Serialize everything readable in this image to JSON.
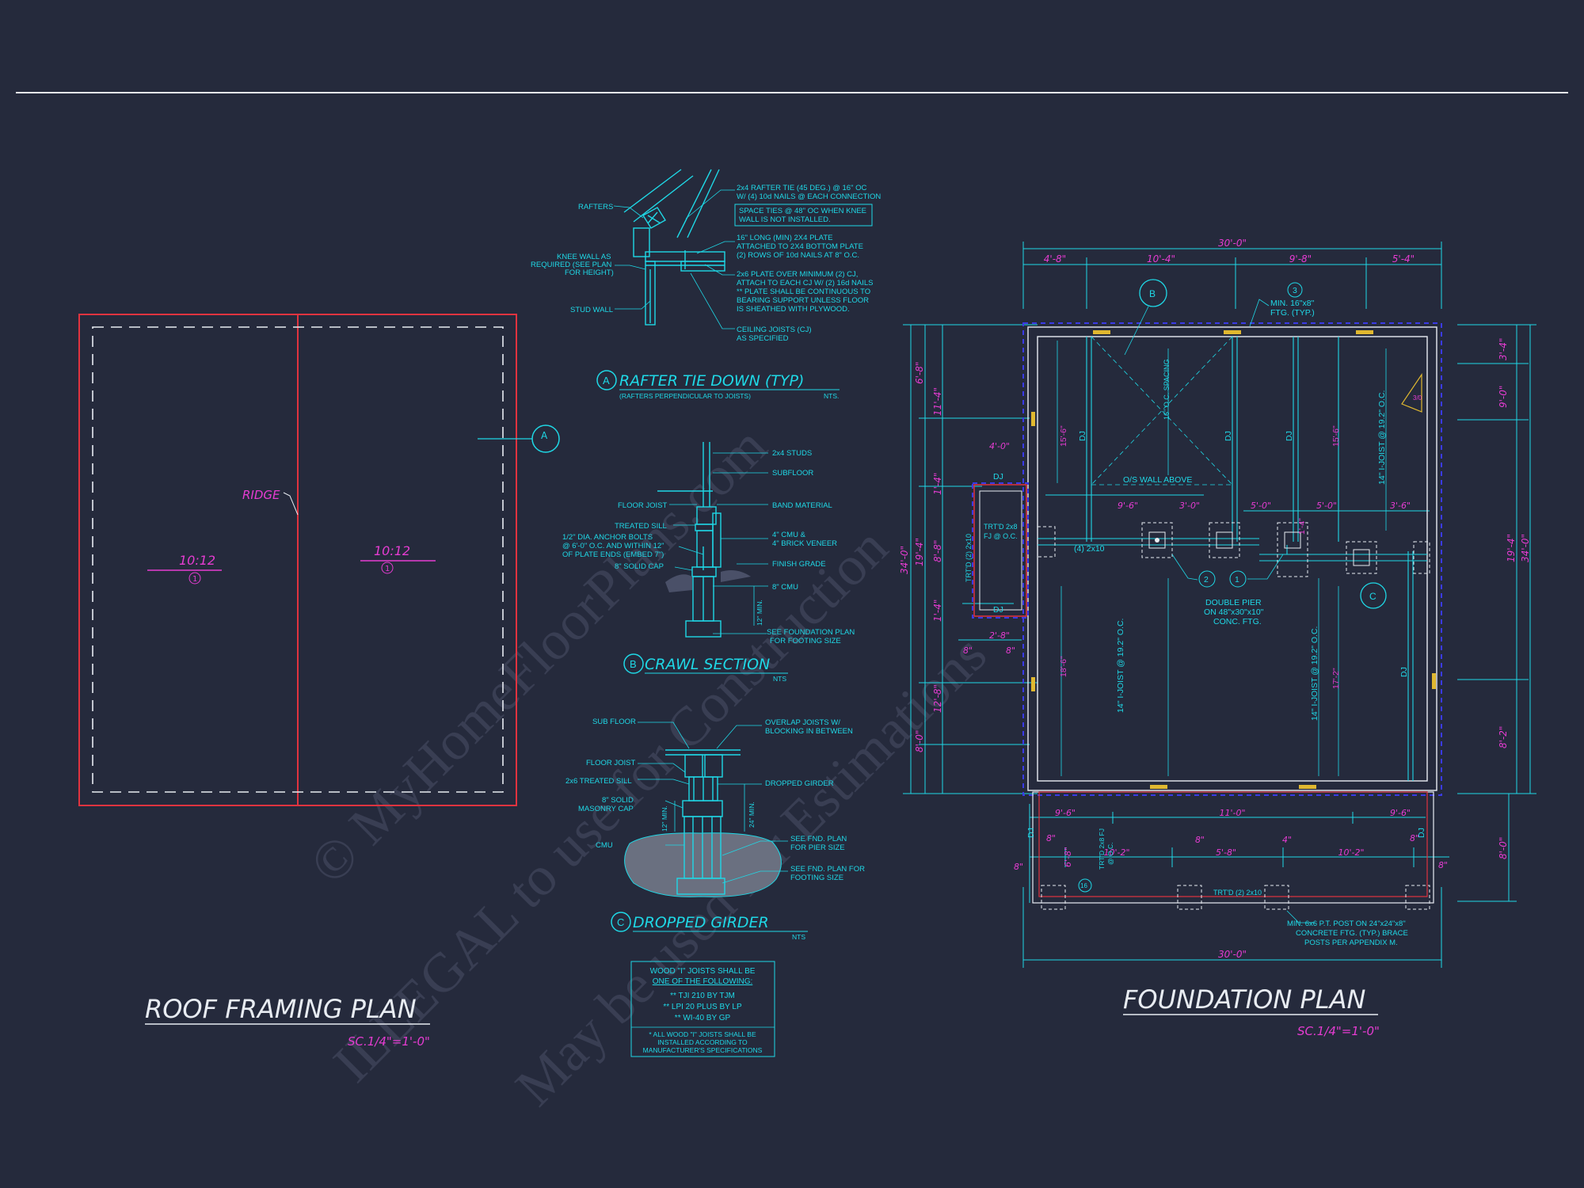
{
  "colors": {
    "background": "#252a3c",
    "cyan": "#1fd8e6",
    "magenta": "#e63cd2",
    "red": "#e0333f",
    "white": "#e8ecf2",
    "yellow": "#e0b830",
    "watermark": "#4a5066"
  },
  "watermark": {
    "line1": "© MyHomeFloorPlans.com",
    "line2": "ILLEGAL to use for Construction",
    "line3": "May be used for Estimations"
  },
  "roof_plan": {
    "title": "ROOF FRAMING PLAN",
    "scale": "SC.1/4\"=1'-0\"",
    "ridge_label": "RIDGE",
    "pitch_left": "10:12",
    "pitch_right": "10:12",
    "pitch_ref_left": "1",
    "pitch_ref_right": "1",
    "section_marker": "A"
  },
  "detail_a": {
    "marker": "A",
    "title": "RAFTER TIE DOWN (TYP)",
    "subtitle": "(RAFTERS PERPENDICULAR TO JOISTS)",
    "nts": "NTS.",
    "labels": {
      "rafters": "RAFTERS",
      "knee_wall_1": "KNEE WALL AS",
      "knee_wall_2": "REQUIRED (SEE PLAN",
      "knee_wall_3": "FOR HEIGHT)",
      "stud_wall": "STUD WALL",
      "tie_1": "2x4 RAFTER TIE (45 DEG.) @ 16\" OC",
      "tie_2": "W/ (4) 10d NAILS @ EACH CONNECTION",
      "space_1": "SPACE TIES @ 48\" OC WHEN KNEE",
      "space_2": "WALL IS NOT INSTALLED.",
      "plate_1": "16\" LONG (MIN) 2X4 PLATE",
      "plate_2": "ATTACHED TO 2X4 BOTTOM PLATE",
      "plate_3": "(2) ROWS OF 10d NAILS AT 8\" O.C.",
      "p2x6_1": "2x6 PLATE OVER MINIMUM (2) CJ,",
      "p2x6_2": "ATTACH TO EACH CJ W/ (2) 16d NAILS",
      "p2x6_3": "** PLATE SHALL BE CONTINUOUS TO",
      "p2x6_4": "BEARING SUPPORT UNLESS FLOOR",
      "p2x6_5": "IS SHEATHED WITH PLYWOOD.",
      "cj_1": "CEILING JOISTS (CJ)",
      "cj_2": "AS SPECIFIED"
    }
  },
  "detail_b": {
    "marker": "B",
    "title": "CRAWL SECTION",
    "nts": "NTS",
    "labels": {
      "studs": "2x4 STUDS",
      "subfloor": "SUBFLOOR",
      "floor_joist": "FLOOR JOIST",
      "band": "BAND MATERIAL",
      "sill": "TREATED SILL",
      "cmu4_1": "4\" CMU &",
      "cmu4_2": "4\" BRICK VENEER",
      "bolts_1": "1/2\" DIA. ANCHOR BOLTS",
      "bolts_2": "@ 6'-0\" O.C. AND WITHIN 12\"",
      "bolts_3": "OF PLATE ENDS (EMBED 7\")",
      "cap": "8\" SOLID CAP",
      "grade": "FINISH GRADE",
      "cmu8": "8\" CMU",
      "min": "12\" MIN.",
      "fnd_1": "SEE FOUNDATION PLAN",
      "fnd_2": "FOR FOOTING SIZE"
    }
  },
  "detail_c": {
    "marker": "C",
    "title": "DROPPED GIRDER",
    "nts": "NTS",
    "labels": {
      "subfloor": "SUB FLOOR",
      "overlap_1": "OVERLAP JOISTS W/",
      "overlap_2": "BLOCKING IN BETWEEN",
      "floor_joist": "FLOOR JOIST",
      "sill": "2x6 TREATED SILL",
      "girder": "DROPPED GIRDER",
      "cap_1": "8\" SOLID",
      "cap_2": "MASONRY CAP",
      "min12": "12\" MIN.",
      "min24": "24\" MIN.",
      "cmu": "CMU",
      "pier_1": "SEE FND. PLAN",
      "pier_2": "FOR PIER SIZE",
      "ftg_1": "SEE FND. PLAN FOR",
      "ftg_2": "FOOTING SIZE"
    }
  },
  "joist_note": {
    "line1": "WOOD \"I\" JOISTS SHALL BE",
    "line2": "ONE OF THE FOLLOWING:",
    "line3": "** TJI 210 BY TJM",
    "line4": "** LPI 20 PLUS BY LP",
    "line5": "** WI-40 BY GP",
    "line6": "* ALL WOOD \"I\" JOISTS SHALL BE",
    "line7": "INSTALLED ACCORDING TO",
    "line8": "MANUFACTURER'S SPECIFICATIONS"
  },
  "foundation_plan": {
    "title": "FOUNDATION PLAN",
    "scale": "SC.1/4\"=1'-0\"",
    "dims_top": {
      "overall": "30'-0\"",
      "d1": "4'-8\"",
      "d2": "10'-4\"",
      "d3": "9'-8\"",
      "d4": "5'-4\""
    },
    "dims_left": {
      "d1": "6'-8\"",
      "d2": "11'-4\"",
      "d3": "1'-4\"",
      "d4": "8'-8\"",
      "d5": "1'-4\"",
      "d6": "12'-8\"",
      "d7": "8'-0\"",
      "overall": "34'-0\"",
      "sub": "19'-4\""
    },
    "dims_right": {
      "d1": "3'-4\"",
      "d2": "9'-0\"",
      "overall": "34'-0\"",
      "sub": "19'-4\"",
      "d3": "8'-2\"",
      "d4": "8'-0\""
    },
    "dims_inner": {
      "a": "9'-6\"",
      "b": "3'-0\"",
      "c": "5'-0\"",
      "d": "5'-0\"",
      "e": "3'-6\"",
      "f": "1'-4\"",
      "side": "4'-0\"",
      "porch_a": "2'-8\"",
      "porch_b": "8\"",
      "porch_c": "8\""
    },
    "dims_bottom": {
      "overall": "30'-0\"",
      "a": "9'-6\"",
      "b": "11'-0\"",
      "c": "9'-6\"",
      "d": "10'-2\"",
      "e": "5'-8\"",
      "f": "10'-2\"",
      "g": "4\"",
      "h": "8\"",
      "i": "8\"",
      "j": "8\"",
      "k": "8\"",
      "l": "8\"",
      "side": "6'-8\""
    },
    "labels": {
      "ftg_1": "MIN. 16\"x8\"",
      "ftg_2": "FTG. (TYP.)",
      "spacing": "16\" O.C. SPACING",
      "dj1": "DJ",
      "dj2": "DJ",
      "dj3": "DJ",
      "dj4": "DJ",
      "dj5": "DJ",
      "dj6": "DJ",
      "dj7": "DJ",
      "ow_above": "O/S WALL ABOVE",
      "joist_left": "14\" I-JOIST @ 19.2\" O.C.",
      "joist_mid": "14\" I-JOIST @ 19.2\" O.C.",
      "joist_right_top": "14\" I-JOIST @ 19.2\" O.C.",
      "span_a": "15'-6\"",
      "span_b": "15'-6\"",
      "span_c": "18'-6\"",
      "span_d": "17'-2\"",
      "girder": "(4) 2x10",
      "pier_1": "DOUBLE PIER",
      "pier_2": "ON 48\"x30\"x10\"",
      "pier_3": "CONC. FTG.",
      "trtd_left_1": "TRT'D (2) 2x10",
      "trtd_left_2": "TRT'D 2x8",
      "trtd_left_3": "FJ @ O.C.",
      "trtd_bottom": "TRT'D (2) 2x10",
      "trtd_porch_1": "TRT'D 2x8 FJ",
      "trtd_porch_2": "@ O.C.",
      "post_1": "MIN. 6x6 P.T. POST ON 24\"x24\"x8\"",
      "post_2": "CONCRETE FTG. (TYP.) BRACE",
      "post_3": "POSTS PER APPENDIX M.",
      "door": "3/0",
      "marker_b": "B",
      "marker_c": "C",
      "tag_1": "1",
      "tag_2": "2",
      "tag_3": "3",
      "tag_16": "16"
    }
  }
}
